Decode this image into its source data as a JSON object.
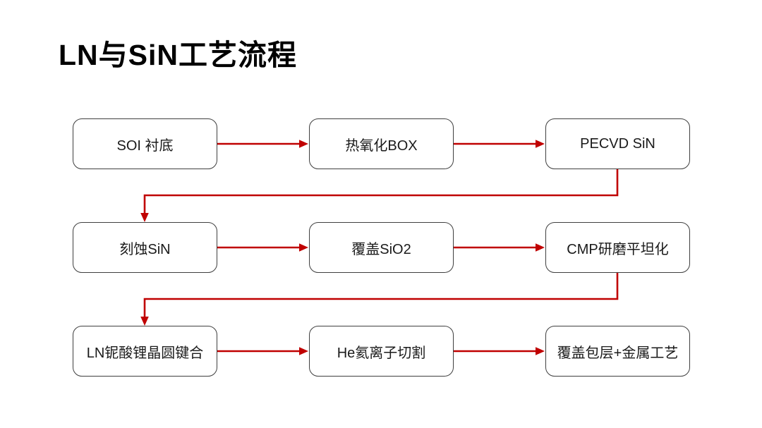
{
  "page": {
    "title": "LN与SiN工艺流程"
  },
  "colors": {
    "arrow": "#c00000",
    "box_border": "#3f3f3f",
    "box_bg": "#ffffff",
    "box_text": "#1a1a1a",
    "title_text": "#000000",
    "background": "#ffffff"
  },
  "flow": {
    "rows": [
      {
        "steps": [
          {
            "label": "SOI 衬底"
          },
          {
            "label": "热氧化BOX"
          },
          {
            "label": "PECVD SiN"
          }
        ]
      },
      {
        "steps": [
          {
            "label": "刻蚀SiN"
          },
          {
            "label": "覆盖SiO2"
          },
          {
            "label": "CMP研磨平坦化"
          }
        ]
      },
      {
        "steps": [
          {
            "label": "LN铌酸锂晶圆键合"
          },
          {
            "label": "He氦离子切割"
          },
          {
            "label": "覆盖包层+金属工艺"
          }
        ]
      }
    ]
  }
}
